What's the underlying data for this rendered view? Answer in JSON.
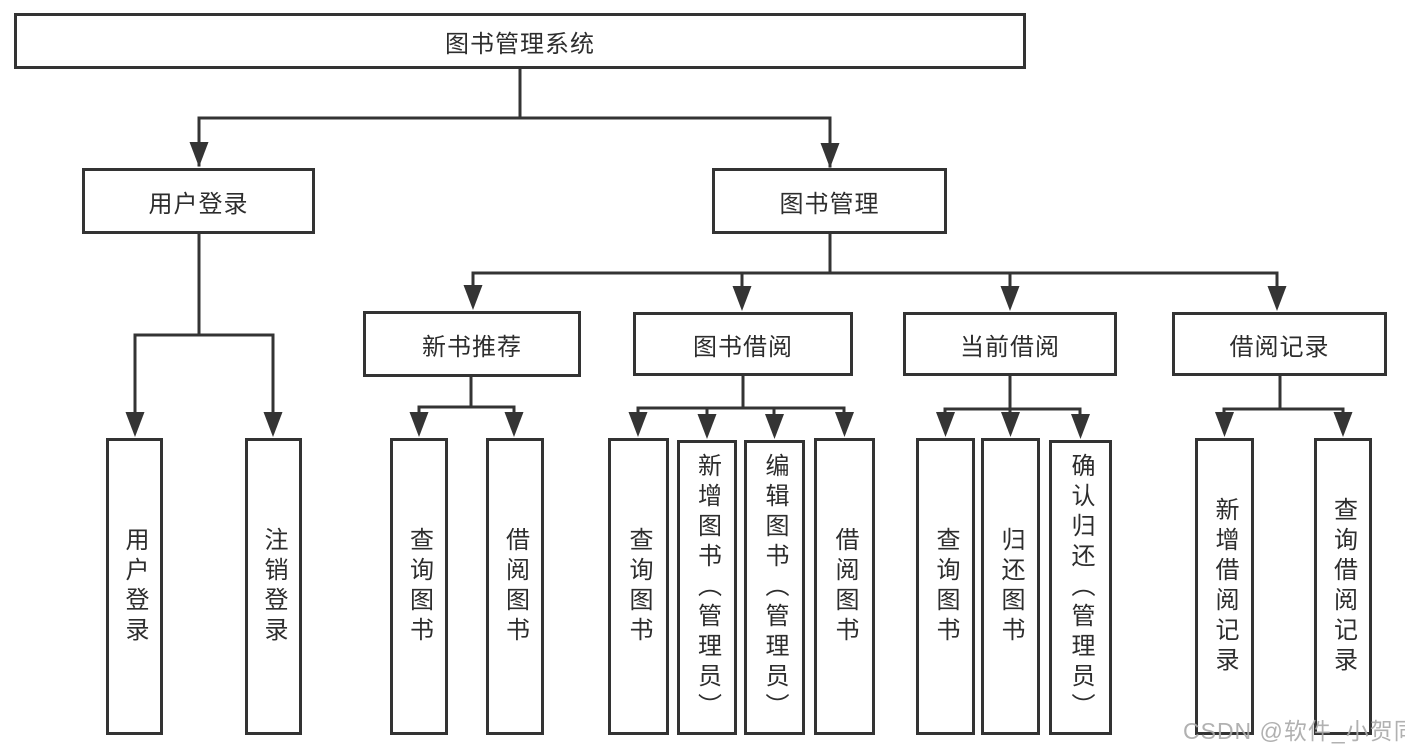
{
  "diagram": {
    "root": {
      "label": "图书管理系统"
    },
    "branches": [
      {
        "label": "用户登录",
        "children": [
          {
            "label": "用户登录"
          },
          {
            "label": "注销登录"
          }
        ]
      },
      {
        "label": "图书管理",
        "children": [
          {
            "label": "新书推荐",
            "children": [
              {
                "label": "查询图书"
              },
              {
                "label": "借阅图书"
              }
            ]
          },
          {
            "label": "图书借阅",
            "children": [
              {
                "label": "查询图书"
              },
              {
                "label": "新增图书（管理员）"
              },
              {
                "label": "编辑图书（管理员）"
              },
              {
                "label": "借阅图书"
              }
            ]
          },
          {
            "label": "当前借阅",
            "children": [
              {
                "label": "查询图书"
              },
              {
                "label": "归还图书"
              },
              {
                "label": "确认归还（管理员）"
              }
            ]
          },
          {
            "label": "借阅记录",
            "children": [
              {
                "label": "新增借阅记录"
              },
              {
                "label": "查询借阅记录"
              }
            ]
          }
        ]
      }
    ]
  },
  "watermark": "CSDN @软件_小贺同学",
  "colors": {
    "line": "#343434",
    "box_border": "#333333",
    "box_fill": "#ffffff",
    "text": "#2d2d2d",
    "watermark": "#a9a9a9"
  }
}
